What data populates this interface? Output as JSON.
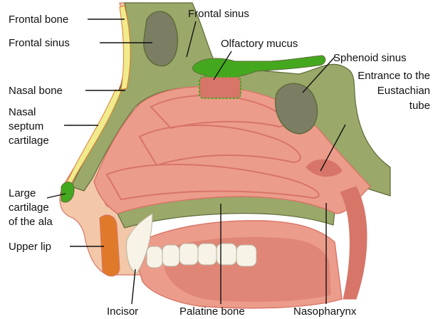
{
  "colors": {
    "skin": "#f2c8a8",
    "mucosa": "#ec9c8a",
    "mucosa_dark": "#d77568",
    "bone": "#9aa869",
    "bone_dark": "#5f6b3a",
    "sinus": "#7c7e64",
    "olfactory": "#44a81e",
    "lip": "#e07a2b",
    "cartilage": "#f0ec8e",
    "tooth": "#f7f3e6",
    "background": "#ffffff"
  },
  "labels": {
    "frontal_bone": "Frontal bone",
    "frontal_sinus_left": "Frontal sinus",
    "frontal_sinus_top": "Frontal sinus",
    "olfactory_mucus": "Olfactory mucus",
    "sphenoid_sinus": "Sphenoid sinus",
    "eustachian": [
      "Entrance to the",
      "Eustachian",
      "tube"
    ],
    "nasal_bone": "Nasal bone",
    "septum": [
      "Nasal",
      "septum",
      "cartilage"
    ],
    "ala": [
      "Large",
      "cartilage",
      "of the ala"
    ],
    "upper_lip": "Upper lip",
    "incisor": "Incisor",
    "palatine_bone": "Palatine bone",
    "nasopharynx": "Nasopharynx"
  }
}
